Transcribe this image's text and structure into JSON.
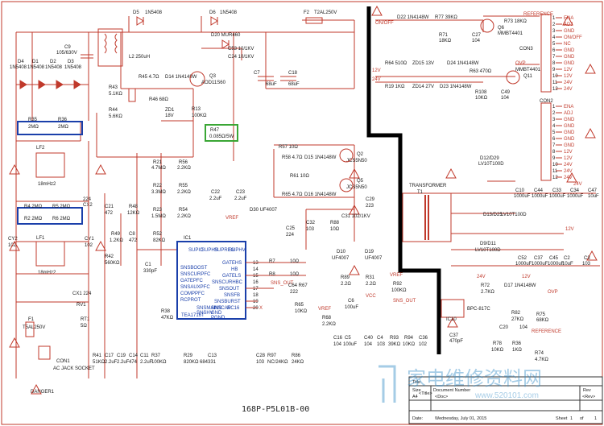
{
  "top_labels": {
    "d5": "D5",
    "d5v": "1N5408",
    "d6": "D6",
    "d6v": "1N5408",
    "f2": "F2",
    "f2v": "T2AL250V",
    "d20": "D20 MUR460",
    "c53": "C53 10/1KV",
    "c24": "C24 10/1KV",
    "l2": "L2  250uH",
    "c9": "C9",
    "c9v": "105/630V",
    "c7": "C7",
    "c7v": "68uF",
    "c18": "C18",
    "c18v": "68uF"
  },
  "bridge": {
    "labels": [
      "D4",
      "D1",
      "D2",
      "D3"
    ],
    "values": [
      "1N5408",
      "1N5408",
      "1N5408",
      "1N5408"
    ]
  },
  "pfc": {
    "r45": "R45 4.7Ω",
    "d14": "D14 1N4148W",
    "q3": "Q3",
    "q3v": "AOD11S60",
    "r43": "R43",
    "r43v": "5.1KΩ",
    "r44": "R44",
    "r44v": "5.6KΩ",
    "r46": "R46 68Ω",
    "zd1": "ZD1",
    "zd1v": "18V",
    "r13": "R13",
    "r13v": "100KΩ",
    "r47": "R47",
    "r47v": "0.085Ω/5W"
  },
  "input": {
    "r35": "R35",
    "r35v": "2MΩ",
    "r36": "R36",
    "r36v": "2MΩ",
    "lf2": "LF2",
    "lf2v": "18mHz2",
    "r4": "R4 2MΩ",
    "r5": "R5 2MΩ",
    "r2": "R2 2MΩ",
    "r6": "R6 2MΩ",
    "c224": "224",
    "cx2": "CX2",
    "cy2": "CY2",
    "cy2v": "102",
    "cy1": "CY1",
    "cy1v": "102",
    "lf1": "LF1",
    "lf1v": "18mHz2",
    "cx1": "CX1 224",
    "rv1": "RV1",
    "f1": "F1",
    "f1v": "T5AL250V",
    "rt1": "RT1",
    "rt1v": "5Ω",
    "con1": "CON1",
    "con1v": "AC JACK SOCKET",
    "danger": "DANGER1"
  },
  "ic1_area": {
    "r21": "R21",
    "r21v": "4.7MΩ",
    "r22": "R22",
    "r22v": "3.3MΩ",
    "r23": "R23",
    "r23v": "1.5MΩ",
    "r56": "R56",
    "r56v": "2.2KΩ",
    "r55": "R55",
    "r55v": "2.2KΩ",
    "r54": "R54",
    "r54v": "2.2KΩ",
    "c21": "C21",
    "c21v": "472",
    "r48": "R48",
    "r48v": "12KΩ",
    "r49": "R49",
    "r49v": "1.2KΩ",
    "c8": "C8",
    "c8v": "472",
    "r52": "R52",
    "r52v": "82KΩ",
    "r42": "R42",
    "r42v": "560KΩ",
    "c1": "C1",
    "c1v": "330pF",
    "c22": "C22",
    "c22v": "2.2uF",
    "c23": "C23",
    "c23v": "2.2uF",
    "d30": "D30 UF4007",
    "vref": "VREF",
    "c25": "C25",
    "c25v": "224",
    "ic1": "IC1",
    "pins_left": [
      "SNSBOOST",
      "SNSCURPFC",
      "GATEPFC",
      "SNSAUXPFC",
      "COMPPFC",
      "RCPROT"
    ],
    "pins_right": [
      "GATEHS",
      "HB",
      "GATELS",
      "SNSCURHBC",
      "SNSOUT",
      "SNSFB",
      "SNSBURST",
      "NC16"
    ],
    "pins_top": [
      "SUPIC",
      "SUPHS",
      "SUPREG",
      "SUPHV"
    ],
    "pins_bottom": [
      "SNSMAINS",
      "SNSHV",
      "SNSCAP",
      "GND",
      "PGND"
    ],
    "pin_nums": [
      "13",
      "14",
      "15",
      "16",
      "17",
      "18",
      "19",
      "20"
    ],
    "chip": "TEA1716T",
    "r38": "R38",
    "r38v": "47KΩ",
    "r7": "R7",
    "r7v": "10Ω",
    "r8": "R8",
    "r8v": "10Ω",
    "sns_out": "SNS_OUT",
    "c64": "C64  R67",
    "c64v": "222",
    "x_mark": "X"
  },
  "hb": {
    "r57": "R57 10Ω",
    "r58": "R58 4.7Ω",
    "d15": "D15 1N4148W",
    "q2": "Q2",
    "q2v": "JCS5N50",
    "r61": "R61 10Ω",
    "r65": "R65 4.7Ω",
    "d16": "D16 1N4148W",
    "q5": "Q5",
    "q5v": "JCS5N50",
    "c29": "C29",
    "c29v": "223",
    "c32": "C32",
    "c32v": "103",
    "r88": "R88",
    "r88v": "10Ω",
    "c31": "C31 102/1KV",
    "t1": "TRANSFORMER",
    "t1v": "T1",
    "d10": "D10",
    "d10v": "UF4007",
    "d19": "D19",
    "d19v": "UF4007",
    "r89": "R89",
    "r89v": "2.2Ω",
    "r31": "R31",
    "r31v": "2.2Ω",
    "c6": "C6",
    "c6v": "100uF",
    "vcc": "VCC",
    "r65b": "R65",
    "r65bv": "10KΩ",
    "r68": "R68",
    "r68v": "2.2KΩ",
    "vref": "VREF",
    "r92": "R92",
    "r92v": "100KΩ",
    "sns_out": "SNS_OUT"
  },
  "bottom_row": {
    "labels": [
      "R41",
      "C17",
      "C19",
      "C14",
      "C11",
      "R37",
      "R29",
      "C13",
      "C28",
      "R97",
      "R86"
    ],
    "values": [
      "51KΩ",
      "2.2uF",
      "2.2uF",
      "474",
      "2.2uF",
      "100KΩ",
      "820KΩ",
      "331",
      "103",
      "NC/24KΩ",
      "24KΩ"
    ],
    "r29b": "684",
    "mid_labels": [
      "C16",
      "C5",
      "C40",
      "C4",
      "R93",
      "R94",
      "C36"
    ],
    "mid_values": [
      "104",
      "100uF",
      "104",
      "103",
      "39KΩ",
      "10KΩ",
      "102"
    ]
  },
  "ref_area": {
    "d22": "D22 1N4148W",
    "r77": "R77 39KΩ",
    "onoff": "ON/OFF",
    "r73": "R73 18KΩ",
    "reference": "REFERENCE",
    "q6": "Q6",
    "q6v": "MMBT4401",
    "r71": "R71",
    "r71v": "18KΩ",
    "c27": "C27",
    "c27v": "104",
    "r64": "R64 510Ω",
    "zd15": "ZD15 13V",
    "d24": "D24 1N4148W",
    "ovp": "OVP",
    "q11": "MMBT4401",
    "q11n": "Q11",
    "r19": "R19 1KΩ",
    "zd14": "ZD14 27V",
    "d23": "D23 1N4148W",
    "r63": "R63 470Ω",
    "r108": "R108",
    "r108v": "10KΩ",
    "c49": "C49",
    "c49v": "104",
    "v12": "12V",
    "v24": "24V"
  },
  "con3": {
    "name": "CON3",
    "pins": [
      "ENA",
      "ADJ",
      "GND",
      "ON/OFF",
      "NC",
      "GND",
      "GND",
      "GND",
      "12V",
      "12V",
      "24V",
      "24V"
    ],
    "nums": [
      "1",
      "2",
      "3",
      "4",
      "5",
      "6",
      "7",
      "8",
      "9",
      "10",
      "11",
      "12"
    ]
  },
  "con2": {
    "name": "CON2",
    "pins": [
      "ENA",
      "ADJ",
      "GND",
      "GND",
      "GND",
      "GND",
      "GND",
      "12V",
      "12V",
      "24V",
      "24V",
      "24V"
    ],
    "nums": [
      "1",
      "2",
      "3",
      "4",
      "5",
      "6",
      "7",
      "8",
      "9",
      "10",
      "11",
      "12"
    ]
  },
  "secondary": {
    "d12": "D12/D29",
    "d12v": "LV10T100D",
    "c10": "C10",
    "c10v": "1000uF",
    "c44": "C44",
    "c44v": "1000uF",
    "c33": "C33",
    "c33v": "1000uF",
    "c34": "C34",
    "c34v": "1000uF",
    "c47": "C47",
    "c47v": "10uF",
    "v24": "24V",
    "d13": "D13/D25",
    "d13v": "LV10T100D",
    "d9": "D9/D11",
    "d9v": "LV10T100D",
    "v12": "12V",
    "c52": "C52",
    "c52v": "1000uF",
    "c37": "C37",
    "c37v": "1000uF",
    "c45": "C45",
    "c45v": "1000uF",
    "c2": "C2",
    "c2v": "10uF",
    "c3": "C3",
    "c3v": "103",
    "r72": "R72",
    "r72v": "2.7KΩ",
    "d17": "D17 1N4148W",
    "ovp": "OVP",
    "r82": "R82",
    "r82v": "27KΩ",
    "r75": "R75",
    "r75v": "68KΩ",
    "c20": "C20",
    "c20v": "104",
    "reference": "REFERENCE",
    "r78": "R78",
    "r78v": "10KΩ",
    "r36b": "R36",
    "r36bv": "1KΩ",
    "r74": "R74",
    "r74v": "4.7KΩ",
    "ic10": "IC10",
    "c37b": "C37",
    "c37bv": "470pF",
    "bpc": "BPC-817C",
    "v24b": "24V",
    "v12b": "12V"
  },
  "title_block": {
    "title_key": "Title",
    "title_val": "<Title>",
    "size_key": "Size",
    "size_val": "A4",
    "doc_key": "Document Number",
    "doc_val": "<Doc>",
    "rev_key": "Rev",
    "rev_val": "<Rev>",
    "date_key": "Date:",
    "date_val": "Wednesday, July 01, 2015",
    "sheet_key": "Sheet",
    "sheet_val": "1",
    "of_key": "of",
    "of_val": "1"
  },
  "board_id": "168P-P5L01B-00",
  "watermark": {
    "text": "家电维修资料网",
    "url": "www.520101.com"
  },
  "colors": {
    "wire": "#c0392b",
    "component_label": "#1a1a1a",
    "highlight_blue": "#1a3faa",
    "highlight_green": "#3aa635",
    "isolation": "#000000"
  }
}
